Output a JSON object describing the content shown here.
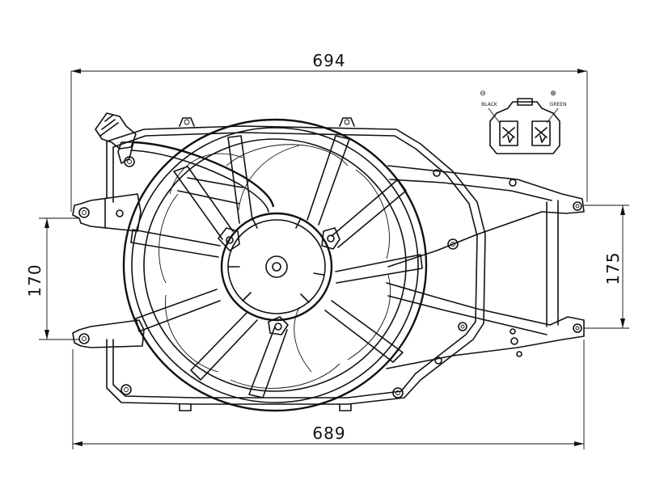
{
  "dimensions": {
    "top_width": "694",
    "bottom_width": "689",
    "left_height": "170",
    "right_height": "175"
  },
  "connector": {
    "negative_symbol": "⊖",
    "positive_symbol": "⊕",
    "negative_wire": "BLACK",
    "positive_wire": "GREEN"
  }
}
